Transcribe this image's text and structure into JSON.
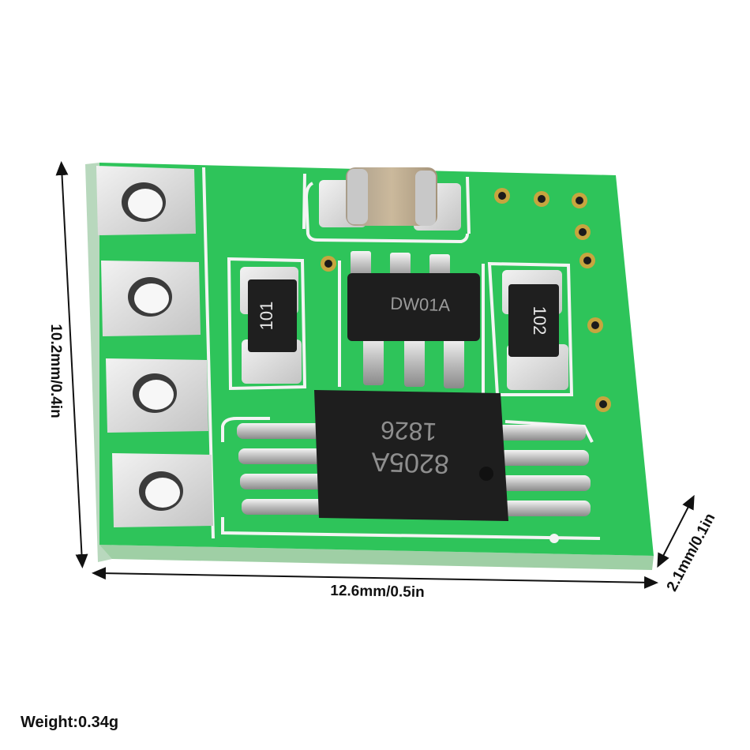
{
  "dimensions": {
    "height": "10.2mm/0.4in",
    "width": "12.6mm/0.5in",
    "thickness": "2.1mm/0.1in"
  },
  "weight": "Weight:0.34g",
  "chips": {
    "protection_ic": "DW01A",
    "mosfet_ic_line1": "8205A",
    "mosfet_ic_line2": "1826"
  },
  "resistors": {
    "left": "101",
    "right": "102"
  },
  "colors": {
    "pcb_green": "#2ec45a",
    "silkscreen": "#f4f4f4",
    "chip_black": "#1e1e1e",
    "pad_silver": "#d9d9d9"
  }
}
